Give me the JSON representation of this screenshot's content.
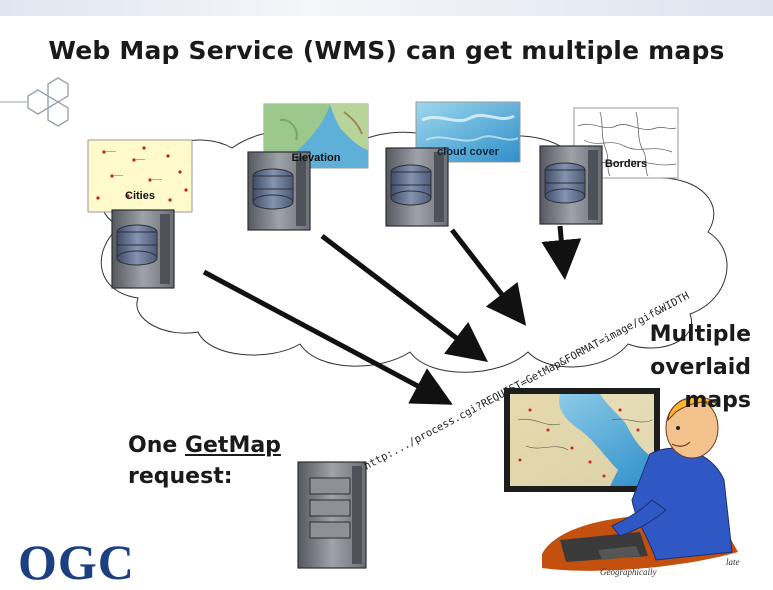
{
  "title": "Web Map Service (WMS) can get multiple maps",
  "maps": {
    "cities": "Cities",
    "elevation": "Elevation",
    "cloud_cover": "cloud cover",
    "borders": "Borders"
  },
  "result_label": [
    "Multiple",
    "overlaid",
    "maps"
  ],
  "request_label": {
    "prefix": "One ",
    "emphasis": "GetMap",
    "suffix": "request:"
  },
  "request_url": "http:.../process.cgi?REQUEST=GetMap&FORMAT=image/gif&WIDTH",
  "logo": "OGC",
  "caption": "Geographically",
  "caption_right": "late",
  "colors": {
    "server_body": "#8d9097",
    "server_dark": "#4e5258",
    "disk": "#6d7a97",
    "arrow": "#111111",
    "sea": "#4ba6d4",
    "land": "#eed9a6",
    "cities_bg": "#fffacc",
    "logo": "#1c3f82",
    "person_shirt": "#2f58c5"
  }
}
